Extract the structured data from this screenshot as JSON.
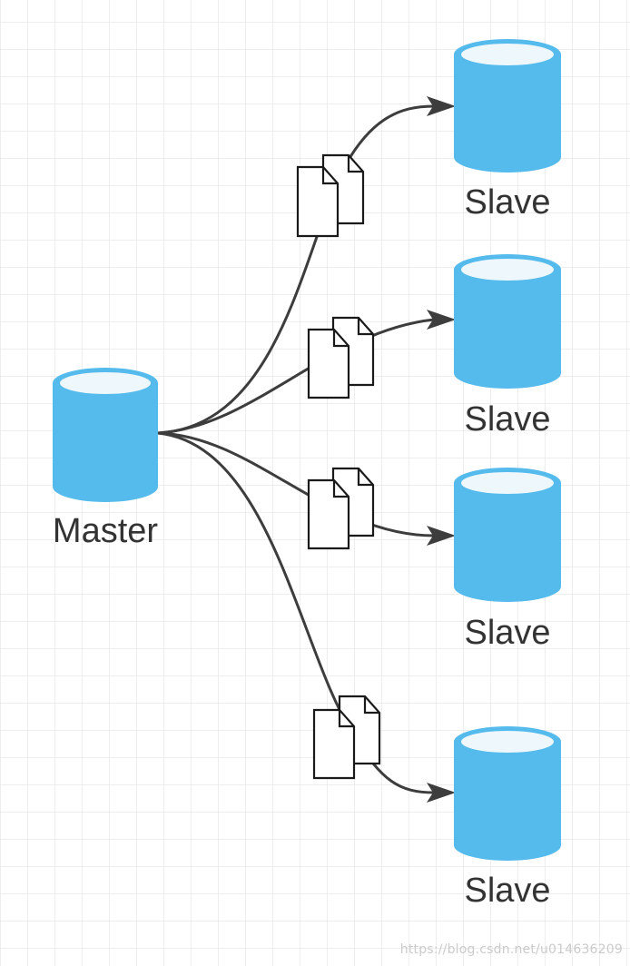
{
  "master": {
    "label": "Master"
  },
  "slaves": [
    {
      "label": "Slave"
    },
    {
      "label": "Slave"
    },
    {
      "label": "Slave"
    },
    {
      "label": "Slave"
    }
  ],
  "watermark": "https://blog.csdn.net/u014636209",
  "colors": {
    "database": "#55BAEC",
    "database_top": "#EDF7FC",
    "connector": "#3D3D3D",
    "grid": "#E8E8E8",
    "document_stroke": "#1A1A1A"
  },
  "icons": {
    "database": "cylinder-icon",
    "files": "documents-icon",
    "arrow": "arrowhead-icon"
  }
}
